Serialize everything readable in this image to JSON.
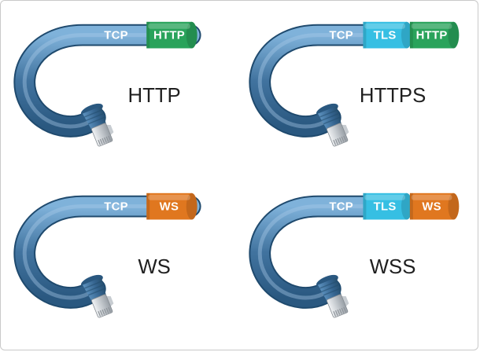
{
  "frame": {
    "background": "#ffffff",
    "border_color": "#c9c9c9"
  },
  "colors": {
    "cable_blue": "#3d74a6",
    "tls_cyan": "#36bfe3",
    "http_green": "#29a35b",
    "ws_orange": "#e0771f",
    "label_text": "#ffffff",
    "caption_text": "#1f1f1f"
  },
  "diagrams": [
    {
      "caption": "HTTP",
      "cable_label": "TCP",
      "segments": [
        {
          "label": "HTTP",
          "color": "#29a35b"
        }
      ]
    },
    {
      "caption": "HTTPS",
      "cable_label": "TCP",
      "segments": [
        {
          "label": "TLS",
          "color": "#36bfe3"
        },
        {
          "label": "HTTP",
          "color": "#29a35b"
        }
      ]
    },
    {
      "caption": "WS",
      "cable_label": "TCP",
      "segments": [
        {
          "label": "WS",
          "color": "#e0771f"
        }
      ]
    },
    {
      "caption": "WSS",
      "cable_label": "TCP",
      "segments": [
        {
          "label": "TLS",
          "color": "#36bfe3"
        },
        {
          "label": "WS",
          "color": "#e0771f"
        }
      ]
    }
  ]
}
